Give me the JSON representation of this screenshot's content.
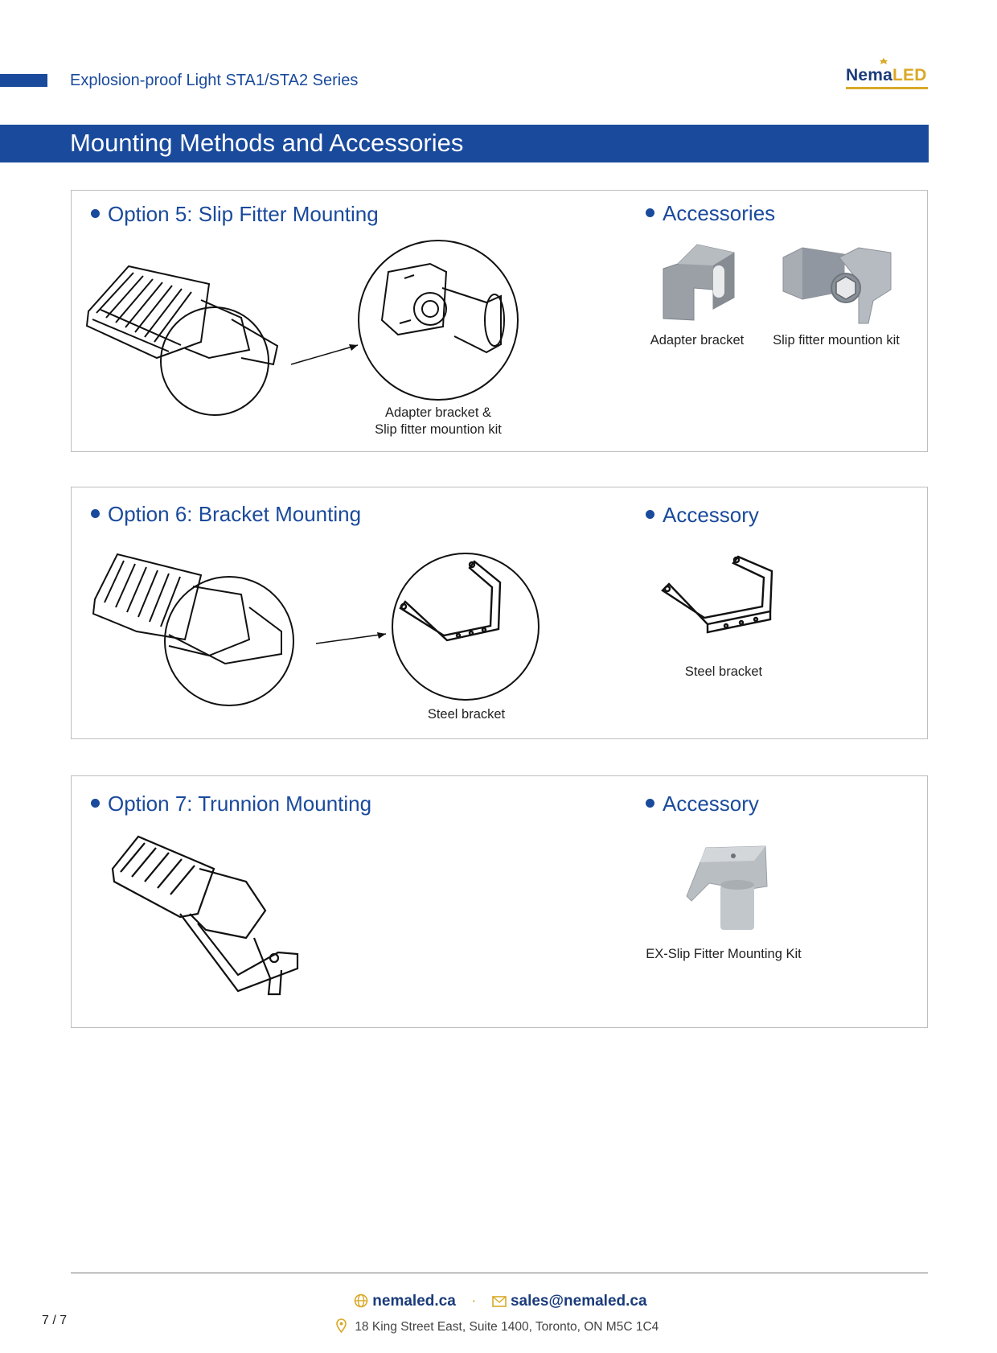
{
  "header": {
    "series_title": "Explosion-proof Light STA1/STA2 Series",
    "logo": {
      "name": "Nema",
      "accent": "LED",
      "brand_color": "#1a3b7a",
      "accent_color": "#d9a928"
    }
  },
  "section_title": "Mounting Methods and Accessories",
  "panels": [
    {
      "heading": "Option 5: Slip Fitter Mounting",
      "accessories_heading": "Accessories",
      "detail_caption_line1": "Adapter bracket &",
      "detail_caption_line2": "Slip fitter mountion kit",
      "accessories": [
        "Adapter bracket",
        "Slip fitter mountion kit"
      ]
    },
    {
      "heading": "Option 6: Bracket Mounting",
      "accessories_heading": "Accessory",
      "detail_caption": "Steel bracket",
      "accessories": [
        "Steel bracket"
      ]
    },
    {
      "heading": "Option 7: Trunnion Mounting",
      "accessories_heading": "Accessory",
      "accessories": [
        "EX-Slip Fitter Mounting Kit"
      ]
    }
  ],
  "footer": {
    "website": "nemaled.ca",
    "email": "sales@nemaled.ca",
    "address": "18 King Street East, Suite 1400, Toronto, ON M5C 1C4",
    "page": "7 / 7",
    "icon_color": "#d9a928"
  }
}
